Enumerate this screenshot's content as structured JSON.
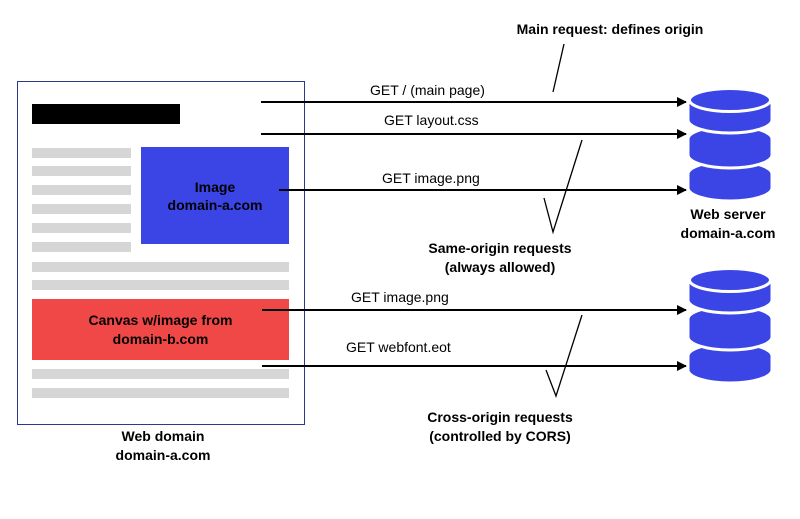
{
  "colors": {
    "server": "#3b45e6",
    "image_box": "#3b45e6",
    "canvas_box": "#f04747",
    "placeholder": "#d6d6d6"
  },
  "icons": {
    "server": "database-server-icon"
  },
  "annotations": {
    "main_request": "Main request: defines origin",
    "same_origin_line1": "Same-origin requests",
    "same_origin_line2": "(always allowed)",
    "cross_origin_line1": "Cross-origin requests",
    "cross_origin_line2": "(controlled by CORS)"
  },
  "requests": {
    "main_page": "GET /  (main page)",
    "layout_css": "GET layout.css",
    "image_png_a": "GET image.png",
    "image_png_b": "GET image.png",
    "webfont": "GET webfont.eot"
  },
  "page": {
    "image_line1": "Image",
    "image_line2": "domain-a.com",
    "canvas_line1": "Canvas w/image from",
    "canvas_line2": "domain-b.com",
    "domain_line1": "Web domain",
    "domain_line2": "domain-a.com"
  },
  "server_a": {
    "line1": "Web server",
    "line2": "domain-a.com"
  }
}
